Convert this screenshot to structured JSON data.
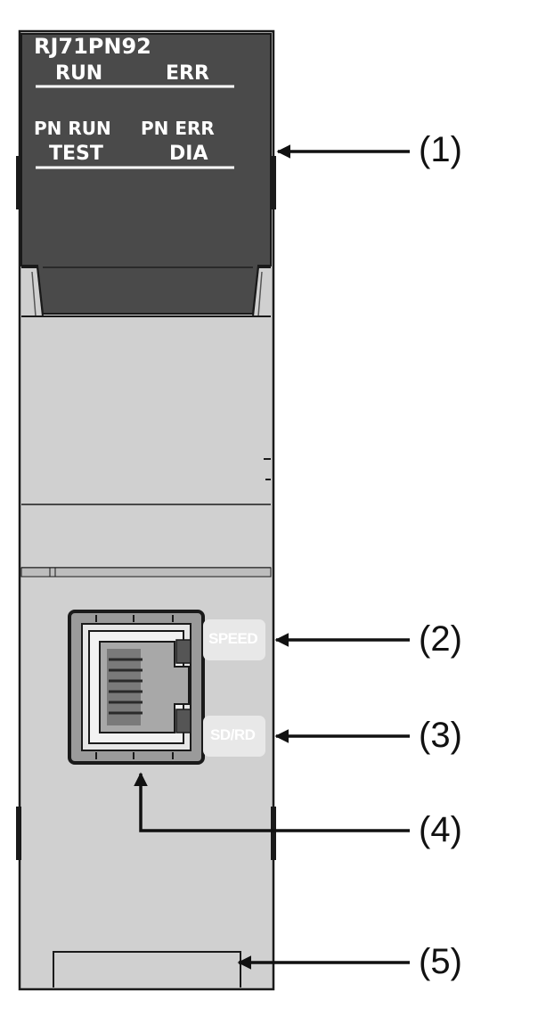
{
  "module": {
    "model": "RJ71PN92",
    "led_run": "RUN",
    "led_err": "ERR",
    "led_pn_run": "PN RUN",
    "led_pn_err": "PN ERR",
    "led_test": "TEST",
    "led_dia": "DIA"
  },
  "port": {
    "speed_label": "SPEED",
    "sdrd_label": "SD/RD"
  },
  "callouts": [
    "(1)",
    "(2)",
    "(3)",
    "(4)",
    "(5)"
  ],
  "colors": {
    "led_panel": "#4a4a4a",
    "body": "#d0d0d0",
    "body_dark": "#bdbdbd",
    "outline": "#1a1a1a"
  }
}
